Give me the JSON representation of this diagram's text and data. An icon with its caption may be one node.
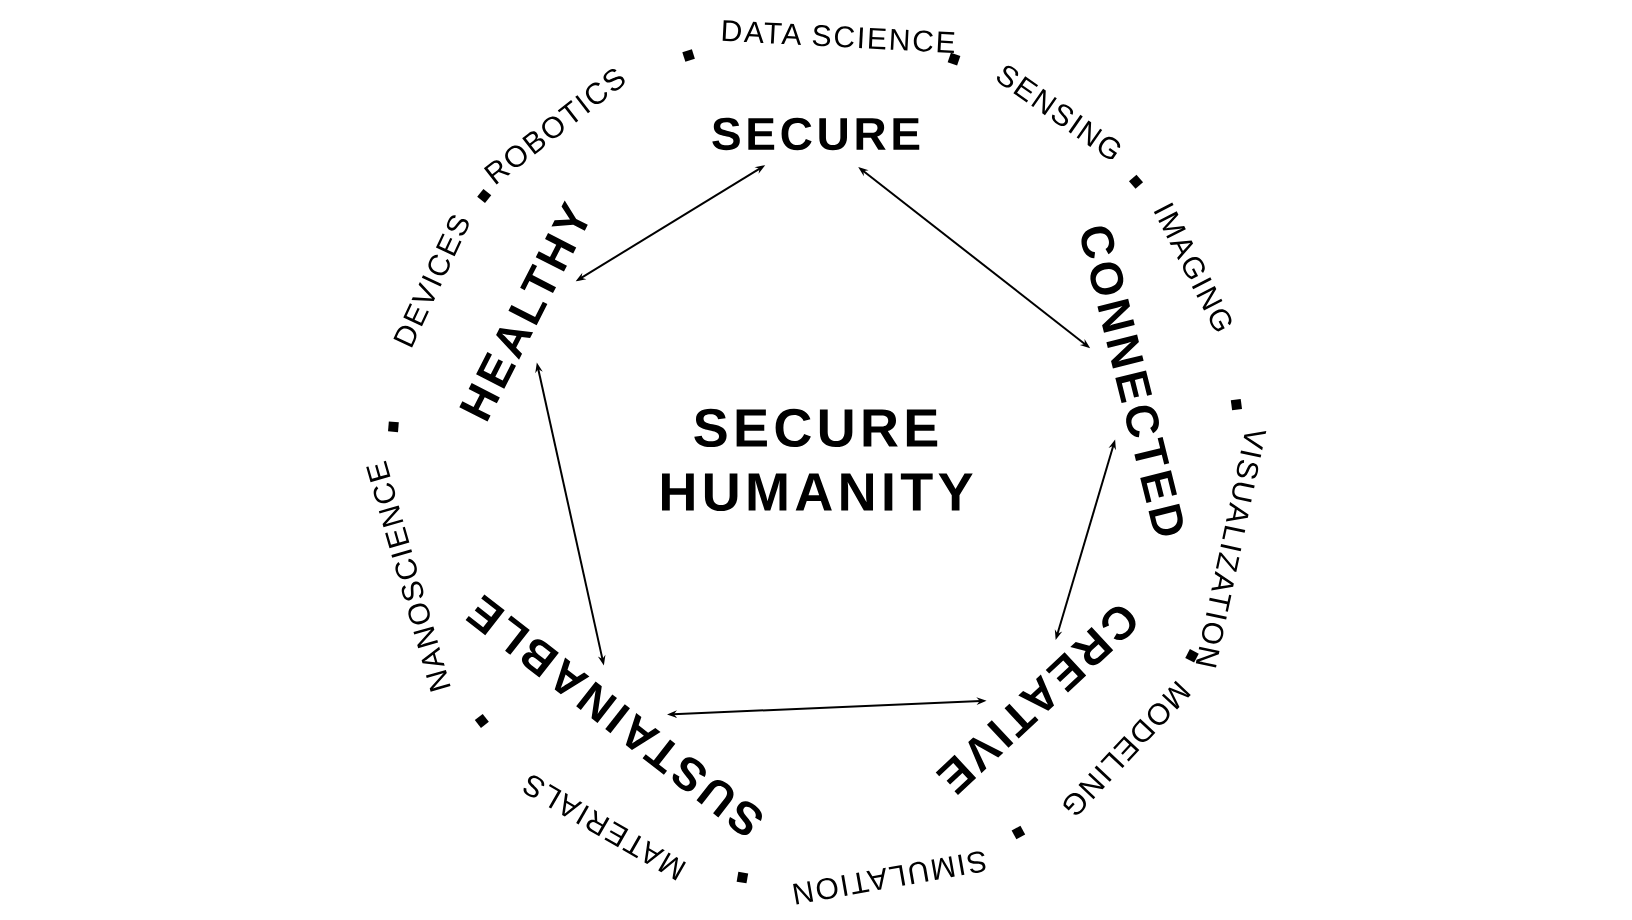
{
  "diagram": {
    "nodes": [
      {
        "text": [
          "SECURE HUMANITY"
        ]
      },
      {
        "text": [
          "SECURE"
        ]
      },
      {
        "text": [
          "CONNECTED"
        ]
      },
      {
        "text": [
          "CREATIVE"
        ]
      },
      {
        "text": [
          "SUSTAINABLE"
        ]
      },
      {
        "text": [
          "HEALTHY"
        ]
      }
    ],
    "edges": [
      {
        "from": 1,
        "to": 2,
        "arrow": "both"
      },
      {
        "from": 2,
        "to": 3,
        "arrow": "both"
      },
      {
        "from": 3,
        "to": 4,
        "arrow": "both"
      },
      {
        "from": 4,
        "to": 5,
        "arrow": "both"
      },
      {
        "from": 5,
        "to": 1,
        "arrow": "both"
      }
    ],
    "labels": [
      "DATA SCIENCE",
      "SENSING",
      "IMAGING",
      "VISUALIZATION",
      "MODELING",
      "SIMULATION",
      "MATERIALS",
      "NANOSCIENCE",
      "DEVICES",
      "ROBOTICS"
    ]
  }
}
